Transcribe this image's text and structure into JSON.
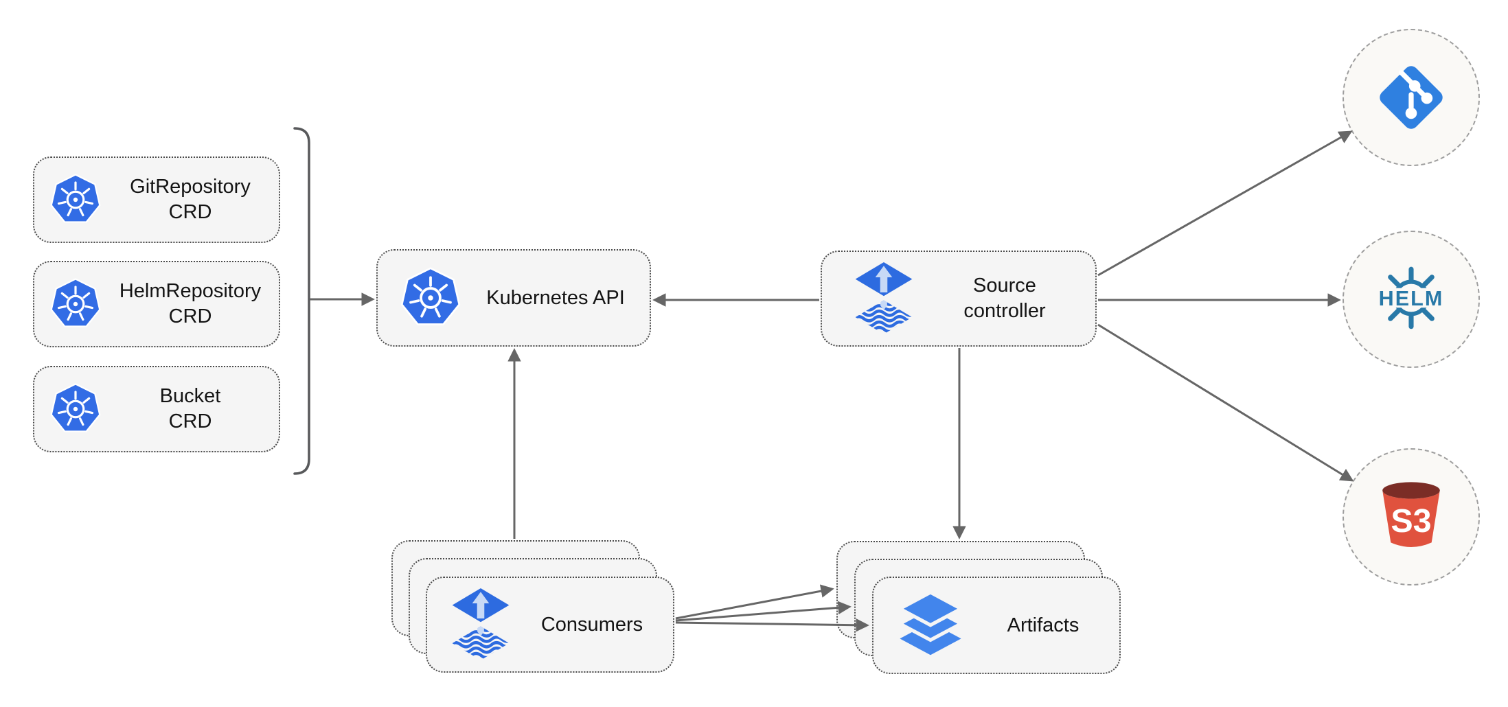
{
  "diagram": {
    "crd_boxes": [
      {
        "line1": "GitRepository",
        "line2": "CRD"
      },
      {
        "line1": "HelmRepository",
        "line2": "CRD"
      },
      {
        "line1": "Bucket",
        "line2": "CRD"
      }
    ],
    "kubernetes_api": {
      "label": "Kubernetes API"
    },
    "source_controller": {
      "line1": "Source",
      "line2": "controller"
    },
    "consumers": {
      "label": "Consumers"
    },
    "artifacts": {
      "label": "Artifacts"
    },
    "externals": {
      "helm_label": "HELM",
      "s3_label": "S3"
    },
    "colors": {
      "kubernetes_blue": "#326ce5",
      "flux_blue": "#2d6be0",
      "flux_arrow_light": "#c7d9f6",
      "git_blue": "#2f80e0",
      "helm_teal": "#2879a8",
      "s3_red": "#e0523e",
      "s3_dark_red": "#7b2d26",
      "layers_blue": "#4285ec",
      "node_bg": "#f5f5f5",
      "edge_gray": "#666666"
    }
  }
}
